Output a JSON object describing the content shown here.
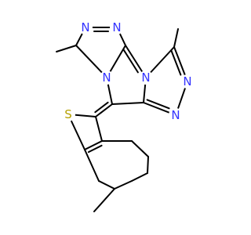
{
  "molecule": {
    "atoms": {
      "N1": {
        "symbol": "N",
        "color": "#3333ff"
      },
      "N2": {
        "symbol": "N",
        "color": "#3333ff"
      },
      "N3": {
        "symbol": "N",
        "color": "#3333ff"
      },
      "N4": {
        "symbol": "N",
        "color": "#3333ff"
      },
      "N5": {
        "symbol": "N",
        "color": "#3333ff"
      },
      "N6": {
        "symbol": "N",
        "color": "#3333ff"
      },
      "S1": {
        "symbol": "S",
        "color": "#b5a000"
      }
    },
    "bond_color": "#000000"
  }
}
